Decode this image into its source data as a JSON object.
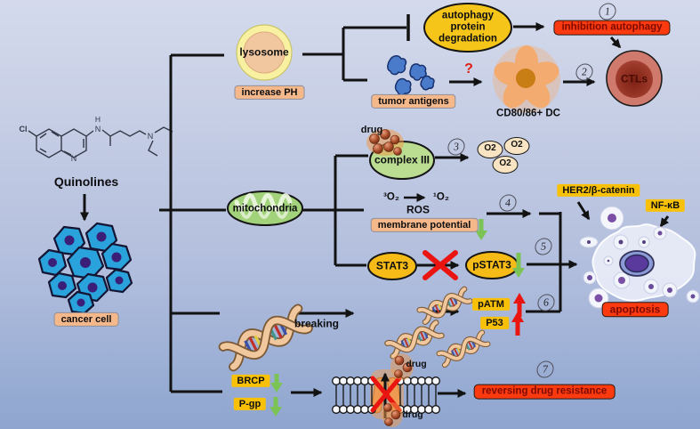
{
  "colors": {
    "background_top": "#d4daec",
    "background_bottom": "#8fa5cf",
    "orange_label_box": "#f5b88b",
    "yellow_box": "#f8c108",
    "red_box": "#fb3a10",
    "red_box_text": "#7e0a00",
    "organelle_green": "#a2d37b",
    "cancer_cell_blue": "#2aa2db",
    "inhibit_red": "#ea1511",
    "increase_green": "#7cc356"
  },
  "molecule": {
    "name": "Quinolines",
    "cl": "Cl",
    "h": "H",
    "n_amine": "N",
    "n_ring": "N",
    "n_side": "N"
  },
  "cancer_cell": {
    "label": "cancer cell"
  },
  "steps": {
    "s1": "1",
    "s2": "2",
    "s3": "3",
    "s4": "4",
    "s5": "5",
    "s6": "6",
    "s7": "7"
  },
  "lysosome_pathway": {
    "organelle": "lysosome",
    "effect": "increase PH",
    "degradation": [
      "autophagy",
      "protein",
      "degradation"
    ],
    "inhibition": "inhibition autophagy",
    "antigens": "tumor antigens",
    "question": "?",
    "dc": "CD80/86+ DC",
    "ctls": "CTLs"
  },
  "mitochondria_pathway": {
    "organelle": "mitochondria",
    "complex": "complex III",
    "drug": "drug",
    "o2": "O2",
    "triplet": "³O₂",
    "singlet": "¹O₂",
    "ros": "ROS",
    "membrane_potential": "membrane potential",
    "stat3": "STAT3",
    "pstat3": "pSTAT3"
  },
  "dna_pathway": {
    "breaking": "breaking",
    "patm": "pATM",
    "p53": "P53"
  },
  "efflux_pathway": {
    "brcp": "BRCP",
    "pgp": "P-gp",
    "drug_top": "drug",
    "drug_bottom": "drug",
    "outcome": "reversing drug resistance"
  },
  "apoptosis_section": {
    "her2": "HER2/β-catenin",
    "nfkb": "NF-κB",
    "apoptosis": "apoptosis"
  }
}
